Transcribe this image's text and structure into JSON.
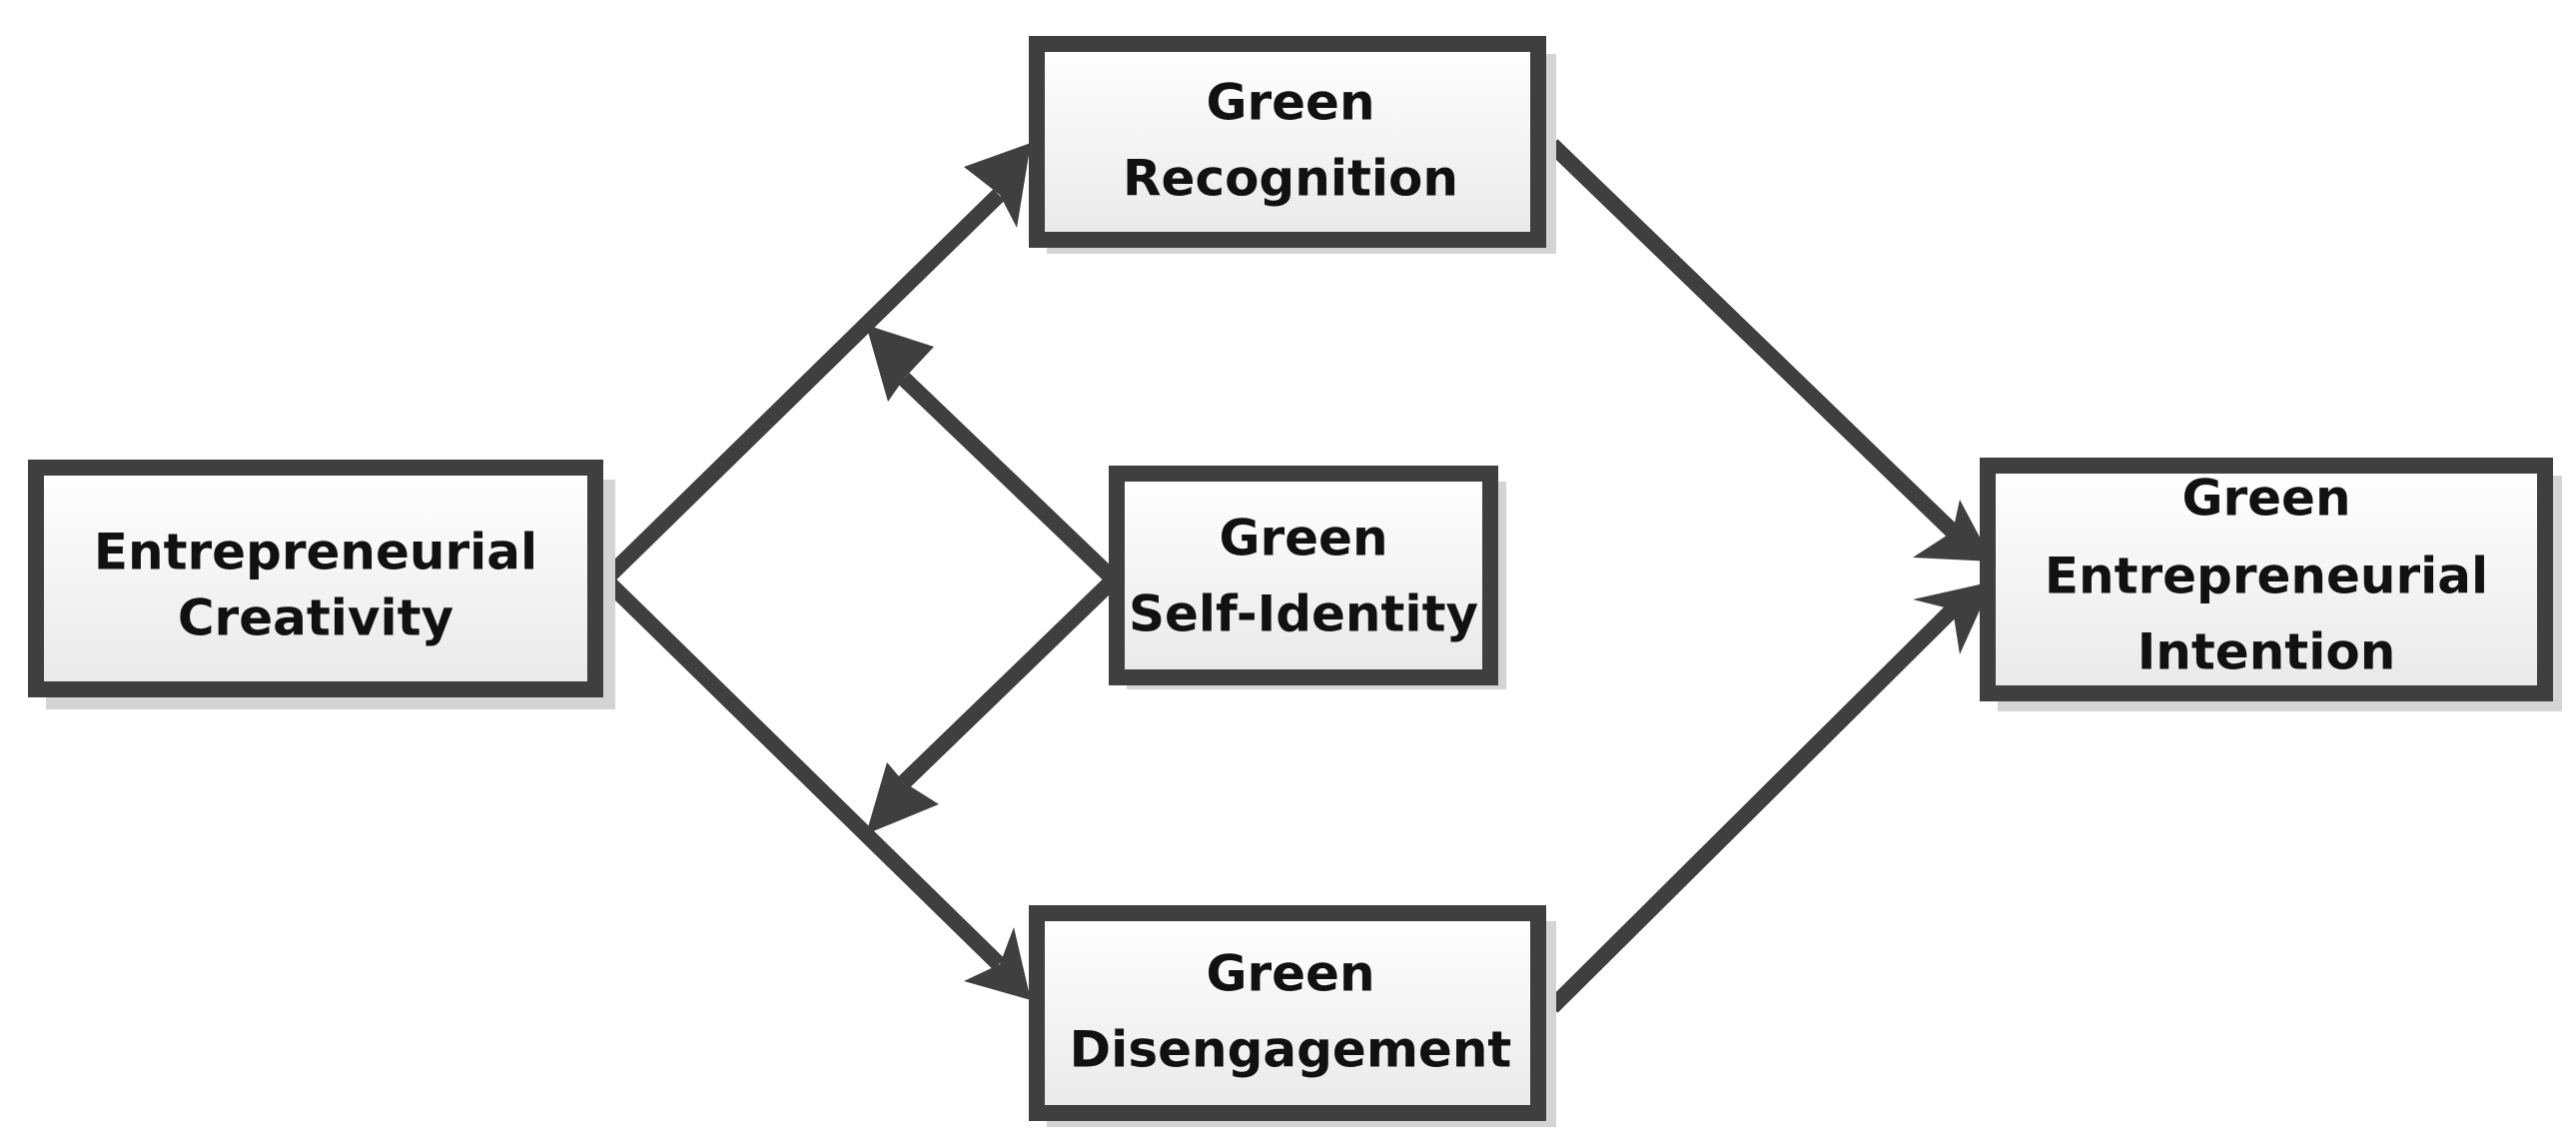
{
  "nodes": {
    "creativity": {
      "lines": [
        "Entrepreneurial",
        "Creativity"
      ]
    },
    "recognition": {
      "lines": [
        "Green",
        "Recognition"
      ]
    },
    "identity": {
      "lines": [
        "Green",
        "Self-Identity"
      ]
    },
    "disengagement": {
      "lines": [
        "Green",
        "Disengagement"
      ]
    },
    "intention": {
      "lines": [
        "Green",
        "Entrepreneurial",
        "Intention"
      ]
    }
  },
  "edges": [
    {
      "from": "creativity",
      "to": "recognition"
    },
    {
      "from": "creativity",
      "to": "disengagement"
    },
    {
      "from": "identity",
      "to": "creativity-recognition-path"
    },
    {
      "from": "identity",
      "to": "creativity-disengagement-path"
    },
    {
      "from": "recognition",
      "to": "intention"
    },
    {
      "from": "disengagement",
      "to": "intention"
    }
  ],
  "colors": {
    "stroke": "#3f3f3f",
    "box_top": "#ffffff",
    "box_bottom": "#e9e9e9",
    "shadow": "#d4d4d4",
    "text": "#111111"
  }
}
